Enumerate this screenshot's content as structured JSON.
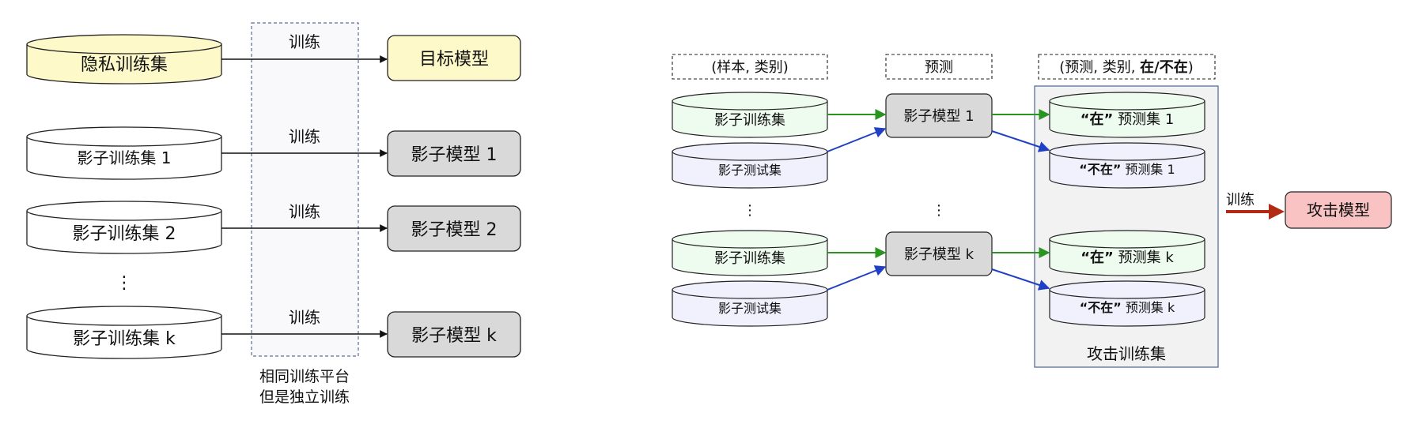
{
  "left": {
    "train_labels": [
      "训练",
      "训练",
      "训练",
      "训练"
    ],
    "private_set": "隐私训练集",
    "target_model": "目标模型",
    "shadow_sets": [
      "影子训练集 1",
      "影子训练集 2",
      "影子训练集 k"
    ],
    "shadow_models": [
      "影子模型 1",
      "影子模型 2",
      "影子模型 k"
    ],
    "ellipsis": "⋮",
    "platform_caption": [
      "相同训练平台",
      "但是独立训练"
    ]
  },
  "right": {
    "header_samples": "(样本, 类别)",
    "header_predict": "预测",
    "header_result_prefix": "(预测, 类别, ",
    "header_result_bold": "在/不在",
    "header_result_suffix": ")",
    "group1": {
      "train_set": "影子训练集",
      "test_set": "影子测试集",
      "model": "影子模型 1",
      "in_bold": "“在”",
      "in_rest": " 预测集 1",
      "out_bold": "“不在”",
      "out_rest": " 预测集 1"
    },
    "group2": {
      "train_set": "影子训练集",
      "test_set": "影子测试集",
      "model": "影子模型 k",
      "in_bold": "“在”",
      "in_rest": " 预测集 k",
      "out_bold": "“不在”",
      "out_rest": " 预测集 k"
    },
    "ellipsis_left": "⋮",
    "ellipsis_mid": "⋮",
    "attack_set_caption": "攻击训练集",
    "train_label": "训练",
    "attack_model": "攻击模型"
  },
  "colors": {
    "private_fill": "#fdf9c9",
    "target_fill": "#fdf9c9",
    "gray_fill": "#d9d9d9",
    "green_fill": "#eefbef",
    "lavender_fill": "#f0f1fd",
    "attack_fill": "#f9c3c3",
    "platform_fill": "#f9f8fa",
    "attack_panel_fill": "#f2f2f2",
    "green_arrow": "#2a9420",
    "blue_arrow": "#1f3fc4",
    "red_arrow": "#b22a14"
  }
}
